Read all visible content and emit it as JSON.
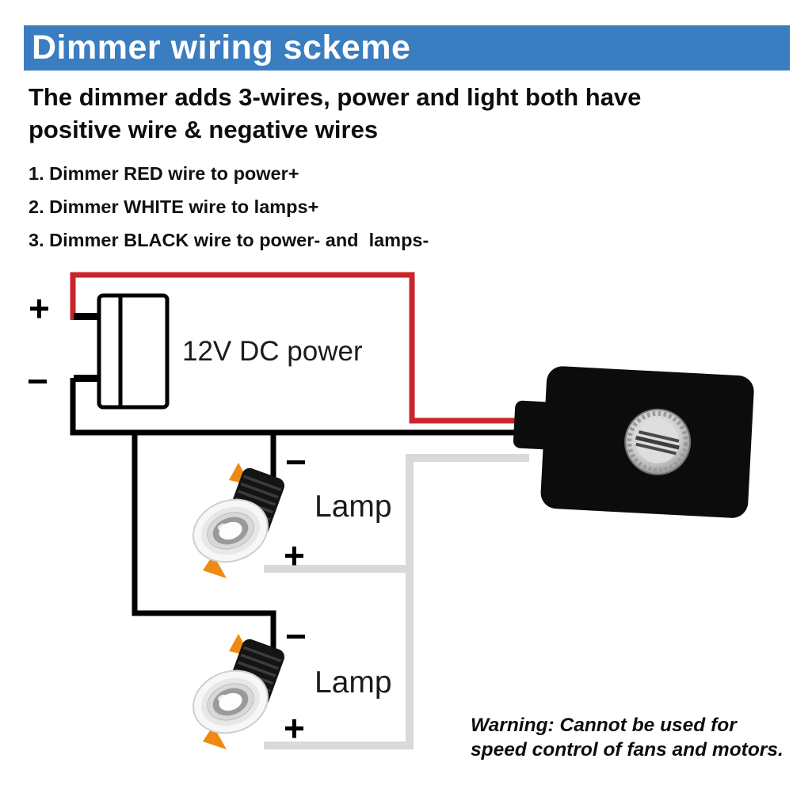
{
  "header": {
    "title": "Dimmer wiring sckeme"
  },
  "intro": {
    "line1": "The dimmer adds 3-wires, power and light both have",
    "line2": "positive wire & negative wires"
  },
  "steps": [
    "1. Dimmer RED wire to power+",
    "2. Dimmer WHITE wire to lamps+",
    "3. Dimmer BLACK wire to power- and  lamps-"
  ],
  "diagram": {
    "power": {
      "plus": "+",
      "minus": "−",
      "label": "12V DC power"
    },
    "lamps": [
      {
        "minus": "−",
        "label": "Lamp",
        "plus": "+"
      },
      {
        "minus": "−",
        "label": "Lamp",
        "plus": "+"
      }
    ]
  },
  "warning": {
    "line1": "Warning: Cannot be used for",
    "line2": "speed control of fans and motors."
  },
  "colors": {
    "header_bg": "#3a7dc1",
    "wire_red": "#c9252b",
    "wire_white": "#d9d9d9",
    "wire_black": "#000000",
    "clip_orange": "#ee8a12",
    "dimmer_body": "#0c0c0c"
  }
}
